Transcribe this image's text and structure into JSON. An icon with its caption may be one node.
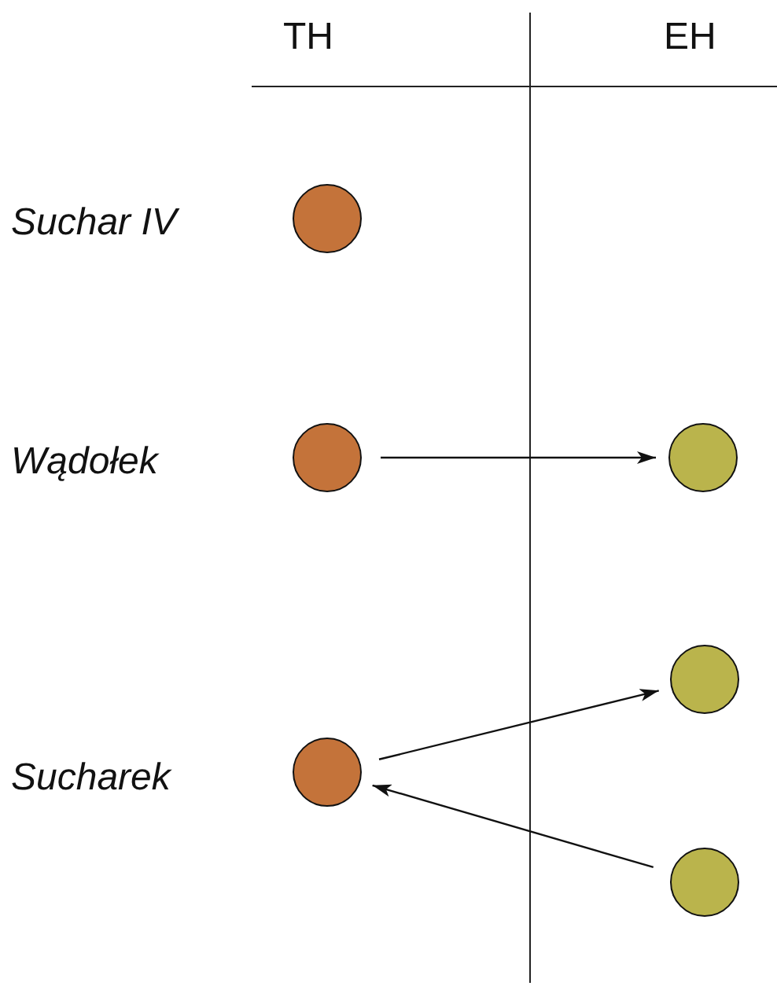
{
  "diagram": {
    "nodes": [
      {
        "text": [],
        "shape": "circle"
      },
      {
        "text": [],
        "shape": "circle"
      },
      {
        "text": [],
        "shape": "circle"
      },
      {
        "text": [],
        "shape": "circle"
      },
      {
        "text": [],
        "shape": "circle"
      },
      {
        "text": [],
        "shape": "circle"
      }
    ],
    "edges": [
      {
        "from": 1,
        "to": 2,
        "arrow": "to"
      },
      {
        "from": 4,
        "to": 3,
        "arrow": "to"
      },
      {
        "from": 5,
        "to": 4,
        "arrow": "to"
      }
    ],
    "labels": [
      "TH",
      "EH",
      "Suchar IV",
      "Wądołek",
      "Sucharek"
    ]
  }
}
